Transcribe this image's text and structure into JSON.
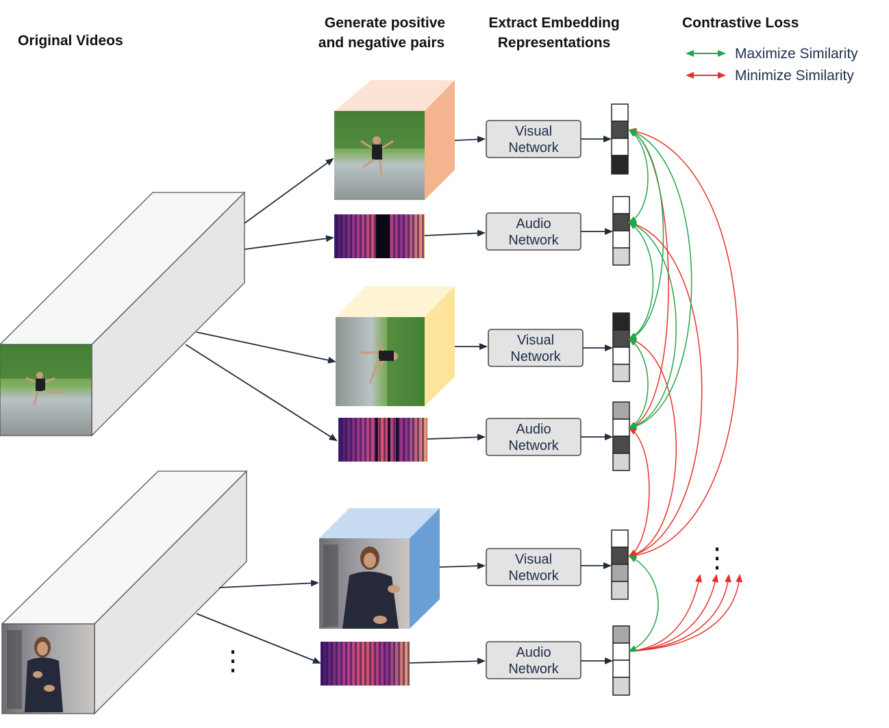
{
  "headers": {
    "original_videos": "Original Videos",
    "generate_line1": "Generate positive",
    "generate_line2": "and negative pairs",
    "extract_line1": "Extract Embedding",
    "extract_line2": "Representations",
    "contrastive": "Contrastive Loss"
  },
  "legend": {
    "maximize": "Maximize Similarity",
    "minimize": "Minimize Similarity",
    "maximize_color": "#22a54a",
    "minimize_color": "#e8302a"
  },
  "networks": {
    "visual_line1": "Visual",
    "audio_line1": "Audio",
    "line2": "Network"
  },
  "ellipsis": "⋮",
  "embedding_colors": {
    "white": "#ffffff",
    "light": "#d6d6d6",
    "mid": "#a8a8a8",
    "dark": "#4a4a4a",
    "black": "#262626"
  },
  "cube_colors": {
    "peach": "#f4b48e",
    "peach_top": "#fbe4d6",
    "yellow": "#fde49a",
    "yellow_top": "#fef3d3",
    "blue": "#6a9fd6",
    "blue_top": "#c7dcf2"
  }
}
